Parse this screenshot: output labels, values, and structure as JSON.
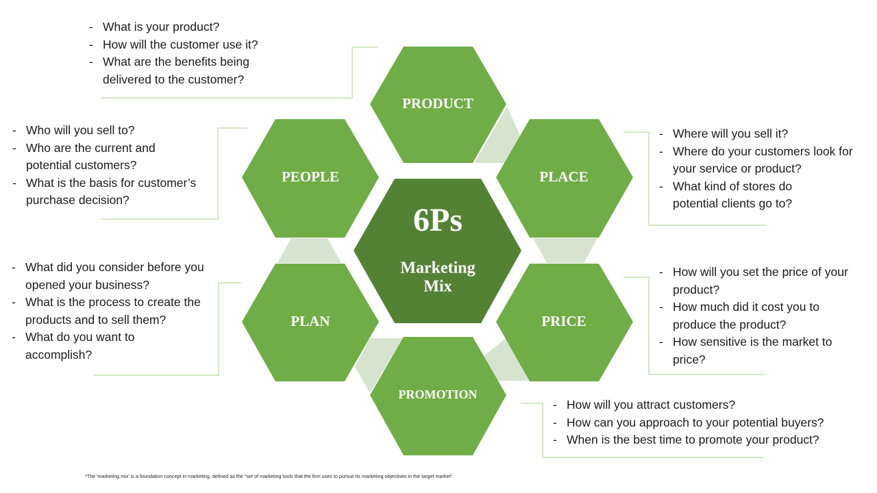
{
  "center": {
    "title": "6Ps",
    "subtitle_line1": "Marketing",
    "subtitle_line2": "Mix"
  },
  "hexagons": {
    "product": "PRODUCT",
    "place": "PLACE",
    "price": "PRICE",
    "promotion": "PROMOTION",
    "plan": "PLAN",
    "people": "PEOPLE"
  },
  "questions": {
    "product": [
      "What is your product?",
      "How will the customer use it?",
      "What are the benefits being delivered to the customer?"
    ],
    "people": [
      "Who will you sell to?",
      "Who are the current and potential customers?",
      "What is the basis for customer’s  purchase decision?"
    ],
    "place": [
      "Where will you sell it?",
      "Where do your customers look for your service  or product?",
      "What kind of stores do potential clients go to?"
    ],
    "plan": [
      "What did you consider before you opened your business?",
      "What is the process to create the products and to sell them?",
      "What do you want to accomplish?"
    ],
    "price": [
      "How will you set the price of your product?",
      "How much did it cost you to produce the product?",
      "How sensitive is the market to price?"
    ],
    "promotion": [
      "How will you attract customers?",
      "How can you approach to your potential buyers?",
      "When is the best time to promote your product?"
    ]
  },
  "footnote": "*The  'marketing  mix' is a foundation concept in marketing,  defined as the \"set of marketing  tools that the firm uses to pursue its marketing  objectives  in the target market\"",
  "colors": {
    "hex_fill": "#70ad47",
    "center_fill": "#548235",
    "connector_fill": "#d6e3cf",
    "line": "#a9d08e",
    "label_text": "#ffffff"
  }
}
